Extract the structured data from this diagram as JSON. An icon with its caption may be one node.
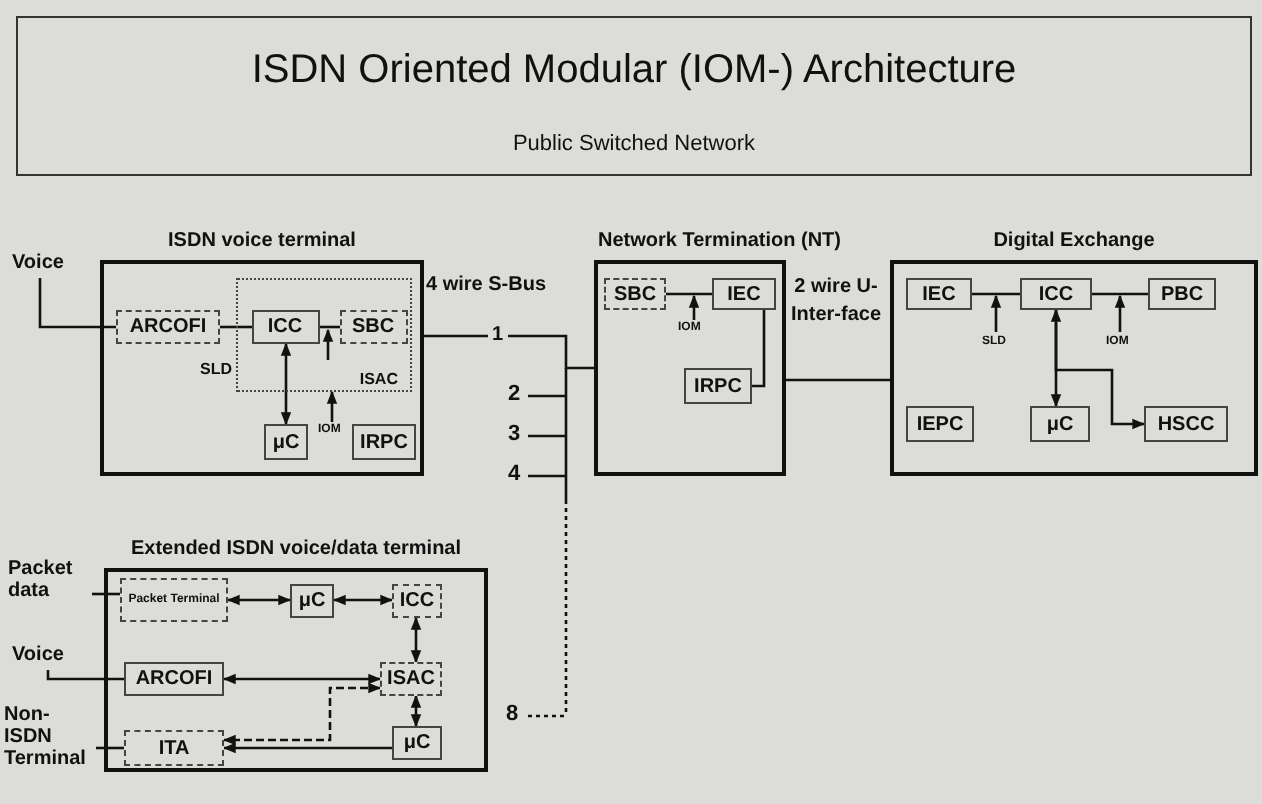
{
  "diagram": {
    "title": "ISDN Oriented Modular (IOM-) Architecture",
    "nodes": [
      {
        "text": [
          "ISDN voice terminal"
        ]
      },
      {
        "text": [
          "Voice"
        ]
      },
      {
        "text": [
          "ARCOFI"
        ],
        "in": 0
      },
      {
        "text": [
          "ISAC"
        ],
        "in": 0
      },
      {
        "text": [
          "ICC"
        ],
        "in": 3
      },
      {
        "text": [
          "SBC"
        ],
        "in": 3
      },
      {
        "text": [
          "μC"
        ],
        "in": 0
      },
      {
        "text": [
          "IRPC"
        ],
        "in": 0
      },
      {
        "text": [
          "Network Termination (NT)"
        ]
      },
      {
        "text": [
          "SBC"
        ],
        "in": 8
      },
      {
        "text": [
          "IEC"
        ],
        "in": 8
      },
      {
        "text": [
          "IRPC"
        ],
        "in": 8
      },
      {
        "text": [
          "Digital Exchange"
        ]
      },
      {
        "text": [
          "IEC"
        ],
        "in": 12
      },
      {
        "text": [
          "ICC"
        ],
        "in": 12
      },
      {
        "text": [
          "PBC"
        ],
        "in": 12
      },
      {
        "text": [
          "IEPC"
        ],
        "in": 12
      },
      {
        "text": [
          "μC"
        ],
        "in": 12
      },
      {
        "text": [
          "HSCC"
        ],
        "in": 12
      },
      {
        "text": [
          "Extended ISDN voice/data terminal"
        ]
      },
      {
        "text": [
          "Packet data"
        ]
      },
      {
        "text": [
          "Packet Terminal"
        ],
        "in": 19
      },
      {
        "text": [
          "μC"
        ],
        "in": 19
      },
      {
        "text": [
          "ICC"
        ],
        "in": 19
      },
      {
        "text": [
          "Voice"
        ]
      },
      {
        "text": [
          "ARCOFI"
        ],
        "in": 19
      },
      {
        "text": [
          "ISAC"
        ],
        "in": 19
      },
      {
        "text": [
          "Non-ISDN Terminal"
        ]
      },
      {
        "text": [
          "ITA"
        ],
        "in": 19
      },
      {
        "text": [
          "μC"
        ],
        "in": 19
      },
      {
        "text": [
          "IOM"
        ],
        "in": 0
      }
    ],
    "edges": [
      {
        "from": 1,
        "to": 2,
        "arrow": "none"
      },
      {
        "from": 2,
        "to": 4,
        "arrow": "none"
      },
      {
        "from": 4,
        "to": 5,
        "arrow": "none"
      },
      {
        "from": 4,
        "to": 6,
        "arrow": "both"
      },
      {
        "from": 30,
        "to": 3,
        "arrow": "to"
      },
      {
        "from": 0,
        "to": 8,
        "arrow": "none",
        "label": "1"
      },
      {
        "from": 9,
        "to": 10,
        "arrow": "none"
      },
      {
        "from": 11,
        "to": 10,
        "arrow": "none"
      },
      {
        "from": 8,
        "to": 12,
        "arrow": "none",
        "label": "2 wire U-Inter-face"
      },
      {
        "from": 13,
        "to": 14,
        "arrow": "none"
      },
      {
        "from": 14,
        "to": 15,
        "arrow": "none"
      },
      {
        "from": 14,
        "to": 17,
        "arrow": "both"
      },
      {
        "from": 14,
        "to": 18,
        "arrow": "to"
      },
      {
        "from": 20,
        "to": 21,
        "arrow": "none"
      },
      {
        "from": 21,
        "to": 22,
        "arrow": "both"
      },
      {
        "from": 22,
        "to": 23,
        "arrow": "both"
      },
      {
        "from": 23,
        "to": 26,
        "arrow": "both"
      },
      {
        "from": 24,
        "to": 25,
        "arrow": "none"
      },
      {
        "from": 25,
        "to": 26,
        "arrow": "both"
      },
      {
        "from": 26,
        "to": 28,
        "arrow": "both",
        "style": "dashed"
      },
      {
        "from": 26,
        "to": 29,
        "arrow": "both"
      },
      {
        "from": 29,
        "to": 28,
        "arrow": "to"
      },
      {
        "from": 27,
        "to": 28,
        "arrow": "none"
      }
    ],
    "labels": [
      "Public Switched Network",
      "4 wire S-Bus",
      "SLD",
      "2",
      "3",
      "4",
      "IOM",
      "SLD",
      "IOM",
      "8"
    ]
  }
}
